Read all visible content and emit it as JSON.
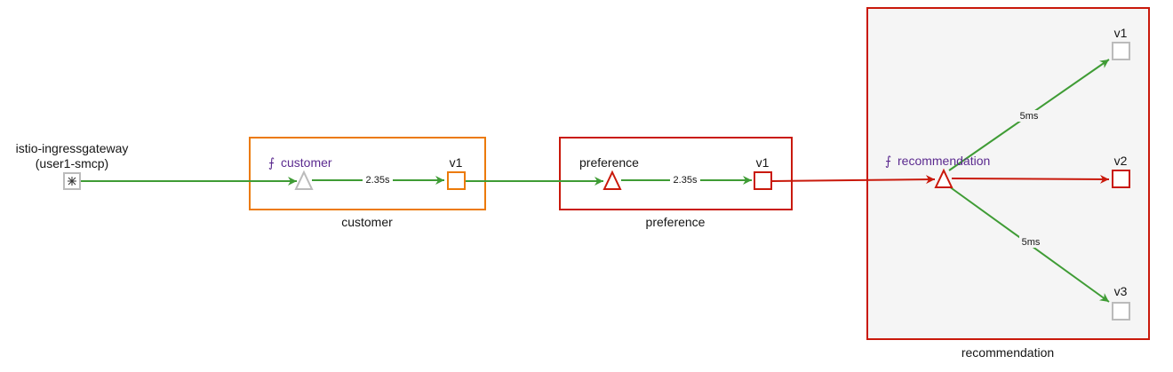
{
  "colors": {
    "healthy": "#3f9c35",
    "failing": "#c9190b",
    "degraded": "#ec7a08",
    "idle": "#bbbbbb",
    "virtualService": "#5b2a8f",
    "text": "#151515"
  },
  "gateway": {
    "name": "istio-ingressgateway",
    "namespace": "(user1-smcp)",
    "icon": "gateway-icon"
  },
  "apps": {
    "customer": {
      "label": "customer",
      "service_label": "customer",
      "service_icon": "virtual-service-icon",
      "version_label": "v1",
      "edge_label": "2.35s"
    },
    "preference": {
      "label": "preference",
      "service_label": "preference",
      "version_label": "v1",
      "edge_label": "2.35s"
    },
    "recommendation": {
      "label": "recommendation",
      "service_label": "recommendation",
      "service_icon": "virtual-service-icon",
      "versions": [
        {
          "label": "v1",
          "edge_label": "5ms"
        },
        {
          "label": "v2",
          "edge_label": ""
        },
        {
          "label": "v3",
          "edge_label": "5ms"
        }
      ]
    }
  }
}
